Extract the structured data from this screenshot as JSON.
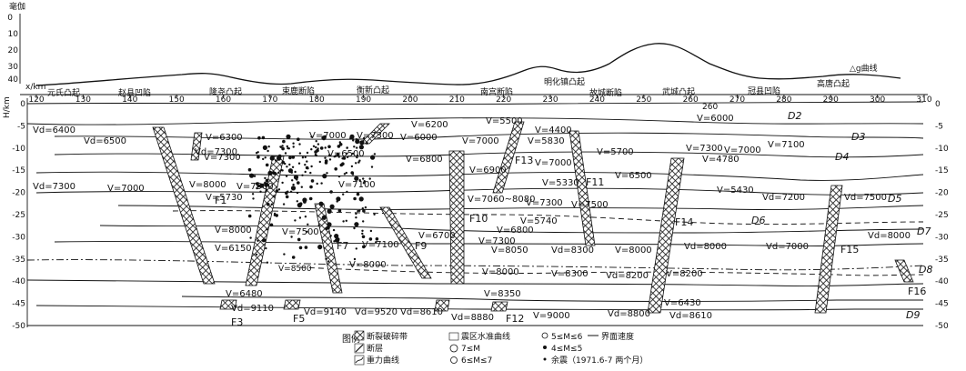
{
  "gravity_axis": {
    "unit": "毫伽",
    "ticks": [
      "0",
      "10",
      "20",
      "30",
      "40"
    ],
    "curve_label": "△g曲线"
  },
  "x_axis": {
    "unit": "x/km",
    "ticks": [
      "120",
      "130",
      "140",
      "150",
      "160",
      "170",
      "180",
      "190",
      "200",
      "210",
      "220",
      "230",
      "240",
      "250",
      "260",
      "270",
      "280",
      "290",
      "300",
      "310"
    ],
    "second_260": "260"
  },
  "depth_axis": {
    "unit": "H/km",
    "left_ticks": [
      "0",
      "-5",
      "-10",
      "-15",
      "-20",
      "-25",
      "-30",
      "-35",
      "-40",
      "-45",
      "-50"
    ],
    "right_ticks": [
      "0",
      "-5",
      "-10",
      "-15",
      "-20",
      "-25",
      "-30",
      "-35",
      "-40",
      "-45",
      "-50"
    ]
  },
  "structures": [
    "元氏凸起",
    "赵县凹陷",
    "隆尧凸起",
    "束鹿断陷",
    "衡新凸起",
    "南宫断陷",
    "明化镇凸起",
    "故城断陷",
    "武城凸起",
    "冠县凹陷",
    "高唐凸起"
  ],
  "velocities": [
    "Vd=6400",
    "Vd=6500",
    "V=6300",
    "V=7000",
    "V=7300",
    "V=6000",
    "V=6200",
    "V=5500",
    "V=4400",
    "V=6000",
    "Vd=7300",
    "V=6500",
    "V=6800",
    "V=7000",
    "V=5830",
    "V=5700",
    "V=7300",
    "V=7000",
    "V=7100",
    "V=7300",
    "V=4780",
    "V=6900",
    "V=7000",
    "V=6500",
    "Vd=7300",
    "V=7000",
    "V=8000",
    "V=7500",
    "V=7100",
    "V=5330",
    "V=5430",
    "Vd=7200",
    "Vd=7500",
    "V=5730",
    "V=7060~8080",
    "V=7300",
    "V=7500",
    "V=5740",
    "V=8000",
    "V=7500",
    "V=6700",
    "V=6800",
    "Vd=8000",
    "V=6150",
    "V=7100",
    "V=7300",
    "V=8050",
    "Vd=8300",
    "V=8000",
    "Vd=8000",
    "Vd=7000",
    "V=8500",
    "V=8000",
    "V=8000",
    "V=8300",
    "Vd=8200",
    "V=8200",
    "V=6480",
    "V=8350",
    "Vd=9110",
    "Vd=9140",
    "Vd=9520",
    "Vd=8610",
    "Vd=8880",
    "V=9000",
    "Vd=8800",
    "V=6430",
    "Vd=8610"
  ],
  "faults": [
    "F1",
    "F3",
    "F5",
    "F7",
    "F9",
    "F10",
    "F11",
    "F12",
    "F13",
    "F14",
    "F15",
    "F16"
  ],
  "interfaces": [
    "D2",
    "D3",
    "D4",
    "D5",
    "D6",
    "D7",
    "D8",
    "D9"
  ],
  "legend": {
    "title": "图例",
    "items": [
      "断裂破碎带",
      "震区水准曲线",
      "5≤M≤6",
      "界面速度",
      "断层",
      "7≤M",
      "4≤M≤5",
      "重力曲线",
      "6≤M≤7",
      "余震（1971.6-7 两个月）"
    ]
  }
}
